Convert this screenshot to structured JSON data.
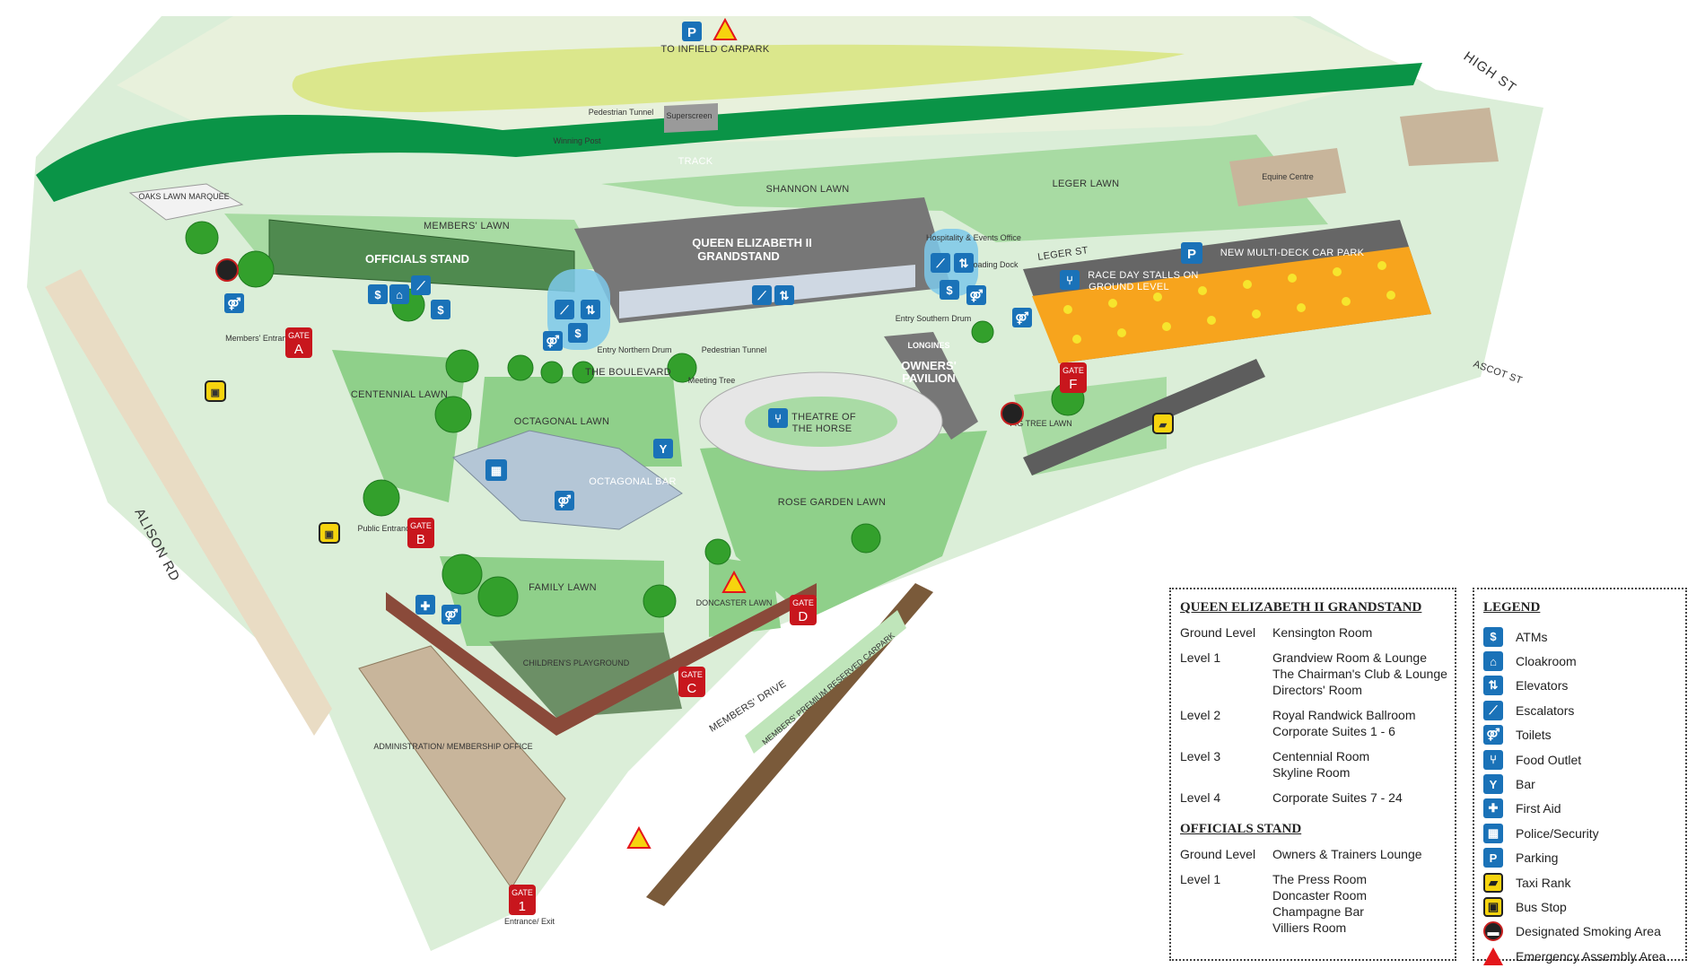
{
  "map_labels": {
    "to_infield": "TO INFIELD CARPARK",
    "high_st": "HIGH ST",
    "pedestrian_tunnel_top": "Pedestrian Tunnel",
    "superscreen": "Superscreen",
    "winning_post": "Winning Post",
    "track": "TRACK",
    "oaks_lawn_marquee": "OAKS LAWN MARQUEE",
    "shannon_lawn": "SHANNON LAWN",
    "leger_lawn": "LEGER LAWN",
    "equine_centre": "Equine Centre",
    "members_lawn": "MEMBERS' LAWN",
    "officials_stand": "OFFICIALS STAND",
    "qe2_grandstand_1": "QUEEN ELIZABETH II",
    "qe2_grandstand_2": "GRANDSTAND",
    "hospitality_office": "Hospitality & Events Office",
    "loading_dock": "Loading Dock",
    "leger_st": "LEGER ST",
    "new_multideck": "NEW MULTI-DECK CAR PARK",
    "race_day_stalls_1": "RACE DAY STALLS ON",
    "race_day_stalls_2": "GROUND LEVEL",
    "entry_southern_drum": "Entry Southern Drum",
    "entry_northern_drum": "Entry Northern Drum",
    "pedestrian_tunnel_mid": "Pedestrian Tunnel",
    "meeting_tree": "Meeting Tree",
    "the_boulevard": "THE BOULEVARD",
    "owners_pavilion_1": "OWNERS'",
    "owners_pavilion_2": "PAVILION",
    "longines": "LONGINES",
    "ascot_st": "ASCOT ST",
    "centennial_lawn": "CENTENNIAL LAWN",
    "octagonal_lawn": "OCTAGONAL LAWN",
    "theatre_of_the_horse_1": "THEATRE OF",
    "theatre_of_the_horse_2": "THE HORSE",
    "fig_tree_lawn": "FIG TREE LAWN",
    "octagonal_bar": "OCTAGONAL BAR",
    "rose_garden_lawn": "ROSE GARDEN LAWN",
    "alison_rd": "ALISON RD",
    "family_lawn": "FAMILY LAWN",
    "doncaster_lawn": "DONCASTER LAWN",
    "childrens_playground": "CHILDREN'S PLAYGROUND",
    "members_drive": "MEMBERS' DRIVE",
    "members_premium": "MEMBERS' PREMIUM RESERVED CARPARK",
    "admin_office": "ADMINISTRATION/ MEMBERSHIP OFFICE",
    "members_entrance": "Members' Entrance",
    "public_entrance": "Public Entrance",
    "entrance_exit": "Entrance/ Exit"
  },
  "gates": [
    {
      "word": "GATE",
      "letter": "A"
    },
    {
      "word": "GATE",
      "letter": "B"
    },
    {
      "word": "GATE",
      "letter": "C"
    },
    {
      "word": "GATE",
      "letter": "D"
    },
    {
      "word": "GATE",
      "letter": "F"
    },
    {
      "word": "GATE",
      "letter": "1"
    }
  ],
  "qe_panel": {
    "title": "QUEEN ELIZABETH II GRANDSTAND",
    "levels": [
      {
        "level": "Ground Level",
        "rooms": [
          "Kensington Room"
        ]
      },
      {
        "level": "Level 1",
        "rooms": [
          "Grandview Room & Lounge",
          "The Chairman's Club & Lounge",
          "Directors' Room"
        ]
      },
      {
        "level": "Level 2",
        "rooms": [
          "Royal Randwick Ballroom",
          "Corporate Suites 1 - 6"
        ]
      },
      {
        "level": "Level 3",
        "rooms": [
          "Centennial Room",
          "Skyline Room"
        ]
      },
      {
        "level": "Level 4",
        "rooms": [
          "Corporate Suites 7 - 24"
        ]
      }
    ],
    "officials_title": "OFFICIALS STAND",
    "officials_levels": [
      {
        "level": "Ground Level",
        "rooms": [
          "Owners & Trainers Lounge"
        ]
      },
      {
        "level": "Level 1",
        "rooms": [
          "The Press Room",
          "Doncaster Room",
          "Champagne Bar",
          "Villiers Room"
        ]
      }
    ]
  },
  "legend": {
    "title": "LEGEND",
    "items": [
      {
        "label": "ATMs",
        "icon": "atm-icon",
        "glyph": "$",
        "style": "blue"
      },
      {
        "label": "Cloakroom",
        "icon": "cloakroom-icon",
        "glyph": "⌂",
        "style": "blue"
      },
      {
        "label": "Elevators",
        "icon": "elevator-icon",
        "glyph": "⇅",
        "style": "blue"
      },
      {
        "label": "Escalators",
        "icon": "escalator-icon",
        "glyph": "⟋",
        "style": "blue"
      },
      {
        "label": "Toilets",
        "icon": "toilets-icon",
        "glyph": "⚤",
        "style": "blue"
      },
      {
        "label": "Food Outlet",
        "icon": "food-outlet-icon",
        "glyph": "⑂",
        "style": "blue"
      },
      {
        "label": "Bar",
        "icon": "bar-icon",
        "glyph": "Y",
        "style": "blue"
      },
      {
        "label": "First Aid",
        "icon": "first-aid-icon",
        "glyph": "✚",
        "style": "blue"
      },
      {
        "label": "Police/Security",
        "icon": "police-icon",
        "glyph": "▦",
        "style": "blue"
      },
      {
        "label": "Parking",
        "icon": "parking-icon",
        "glyph": "P",
        "style": "blue"
      },
      {
        "label": "Taxi Rank",
        "icon": "taxi-icon",
        "glyph": "▰",
        "style": "yellow"
      },
      {
        "label": "Bus Stop",
        "icon": "bus-icon",
        "glyph": "▣",
        "style": "yellow"
      },
      {
        "label": "Designated Smoking Area",
        "icon": "smoking-icon",
        "glyph": "▬",
        "style": "smoke"
      },
      {
        "label": "Emergency Assembly Area",
        "icon": "warning-icon",
        "glyph": "!",
        "style": "warn"
      }
    ]
  },
  "colors": {
    "track": "#0a9447",
    "infield": "#dde88f",
    "lawn": "#8fd08a",
    "lawn_light": "#c9e8c3",
    "building_grey": "#7d7d7d",
    "gate_red": "#c8161d",
    "icon_blue": "#1a72b8",
    "carpark_orange": "#f7a41d",
    "carpark_dot": "#f6e52d"
  }
}
